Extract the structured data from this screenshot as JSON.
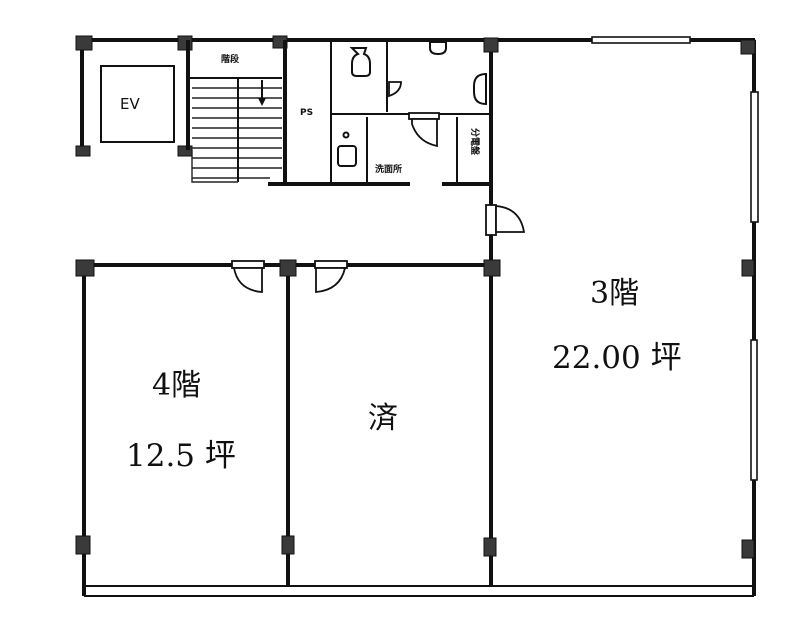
{
  "floor_plan": {
    "rooms": [
      {
        "id": "unit-3f",
        "floor_label": "3階",
        "area_label": "22.00 坪",
        "status": "available"
      },
      {
        "id": "unit-4f",
        "floor_label": "4階",
        "area_label": "12.5 坪",
        "status": "available"
      },
      {
        "id": "unit-middle",
        "floor_label": "済",
        "area_label": "",
        "status": "occupied"
      }
    ],
    "core": {
      "elevator_label": "EV",
      "stairs_label": "階段",
      "pipe_shaft_label": "PS",
      "washroom_label": "洗面所",
      "panel_label": "分電盤"
    },
    "colors": {
      "wall": "#111111",
      "column": "#3a3a3a",
      "background": "#ffffff"
    }
  }
}
